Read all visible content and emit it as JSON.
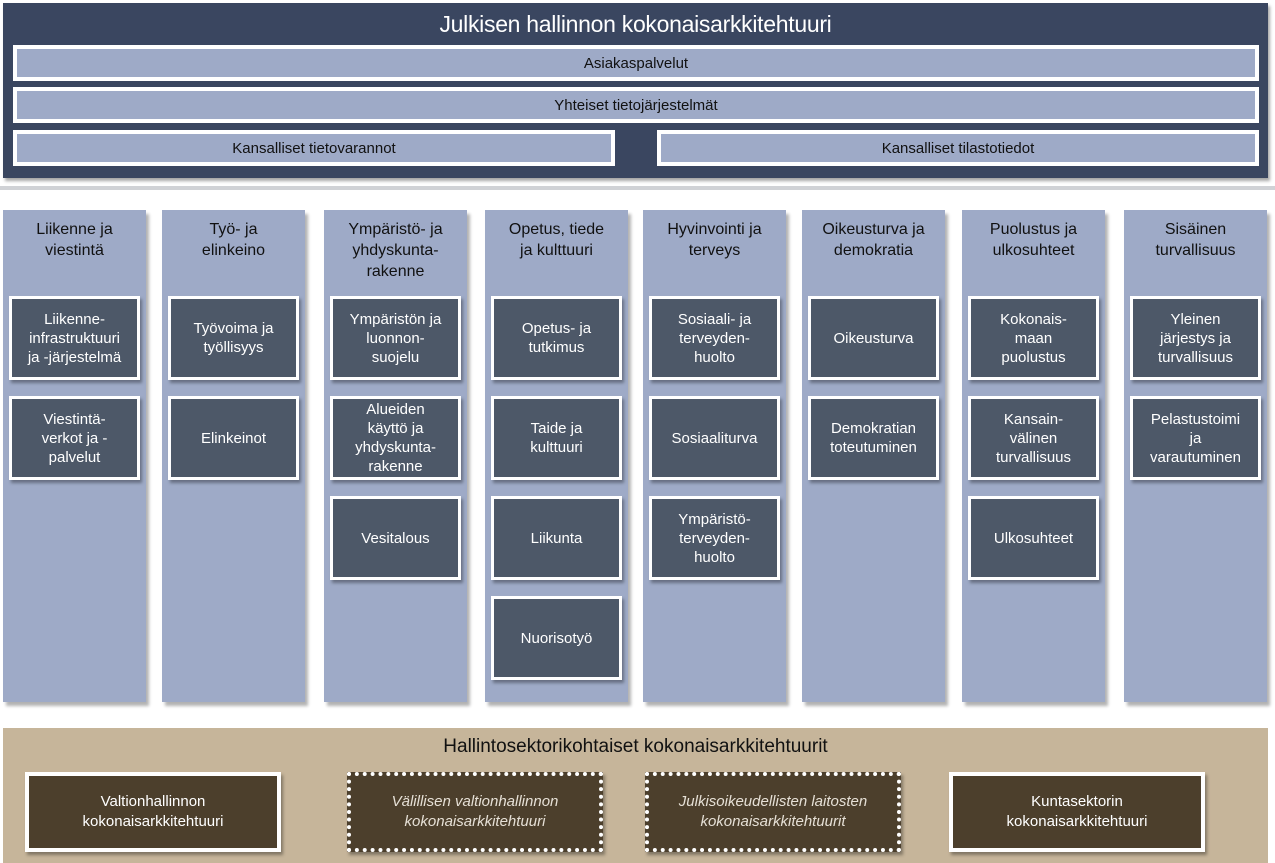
{
  "colors": {
    "navy": "#3a4660",
    "light_blue": "#9eaac7",
    "slate": "#4d5868",
    "tan": "#c6b59a",
    "brown": "#4c3f2c"
  },
  "top": {
    "title": "Julkisen hallinnon kokonaisarkkitehtuuri",
    "customer_services": "Asiakaspalvelut",
    "shared_systems": "Yhteiset tietojärjestelmät",
    "national_data": "Kansalliset tietovarannot",
    "national_stats": "Kansalliset tilastotiedot"
  },
  "columns": [
    {
      "title": "Liikenne ja\nviestintä",
      "boxes": [
        "Liikenne-\ninfrastruktuuri\nja -järjestelmä",
        "Viestintä-\nverkot ja -\npalvelut"
      ]
    },
    {
      "title": "Työ- ja\nelinkeino",
      "boxes": [
        "Työvoima ja\ntyöllisyys",
        "Elinkeinot"
      ]
    },
    {
      "title": "Ympäristö- ja\nyhdyskunta-\nrakenne",
      "boxes": [
        "Ympäristön ja\nluonnon-\nsuojelu",
        "Alueiden\nkäyttö ja\nyhdyskunta-\nrakenne",
        "Vesitalous"
      ]
    },
    {
      "title": "Opetus, tiede\nja kulttuuri",
      "boxes": [
        "Opetus- ja\ntutkimus",
        "Taide ja\nkulttuuri",
        "Liikunta",
        "Nuorisotyö"
      ]
    },
    {
      "title": "Hyvinvointi ja\nterveys",
      "boxes": [
        "Sosiaali- ja\nterveyden-\nhuolto",
        "Sosiaaliturva",
        "Ympäristö-\nterveyden-\nhuolto"
      ]
    },
    {
      "title": "Oikeusturva ja\ndemokratia",
      "boxes": [
        "Oikeusturva",
        "Demokratian\ntoteutuminen"
      ]
    },
    {
      "title": "Puolustus ja\nulkosuhteet",
      "boxes": [
        "Kokonais-\nmaan\npuolustus",
        "Kansain-\nvälinen\nturvallisuus",
        "Ulkosuhteet"
      ]
    },
    {
      "title": "Sisäinen\nturvallisuus",
      "boxes": [
        "Yleinen\njärjestys ja\nturvallisuus",
        "Pelastustoimi\nja\nvarautuminen"
      ]
    }
  ],
  "bottom": {
    "title": "Hallintosektorikohtaiset kokonaisarkkitehtuurit",
    "sectors": [
      "Valtionhallinnon\nkokonaisarkkitehtuuri",
      "Välillisen valtionhallinnon\nkokonaisarkkitehtuuri",
      "Julkisoikeudellisten laitosten\nkokonaisarkkitehtuurit",
      "Kuntasektorin\nkokonaisarkkitehtuuri"
    ]
  }
}
